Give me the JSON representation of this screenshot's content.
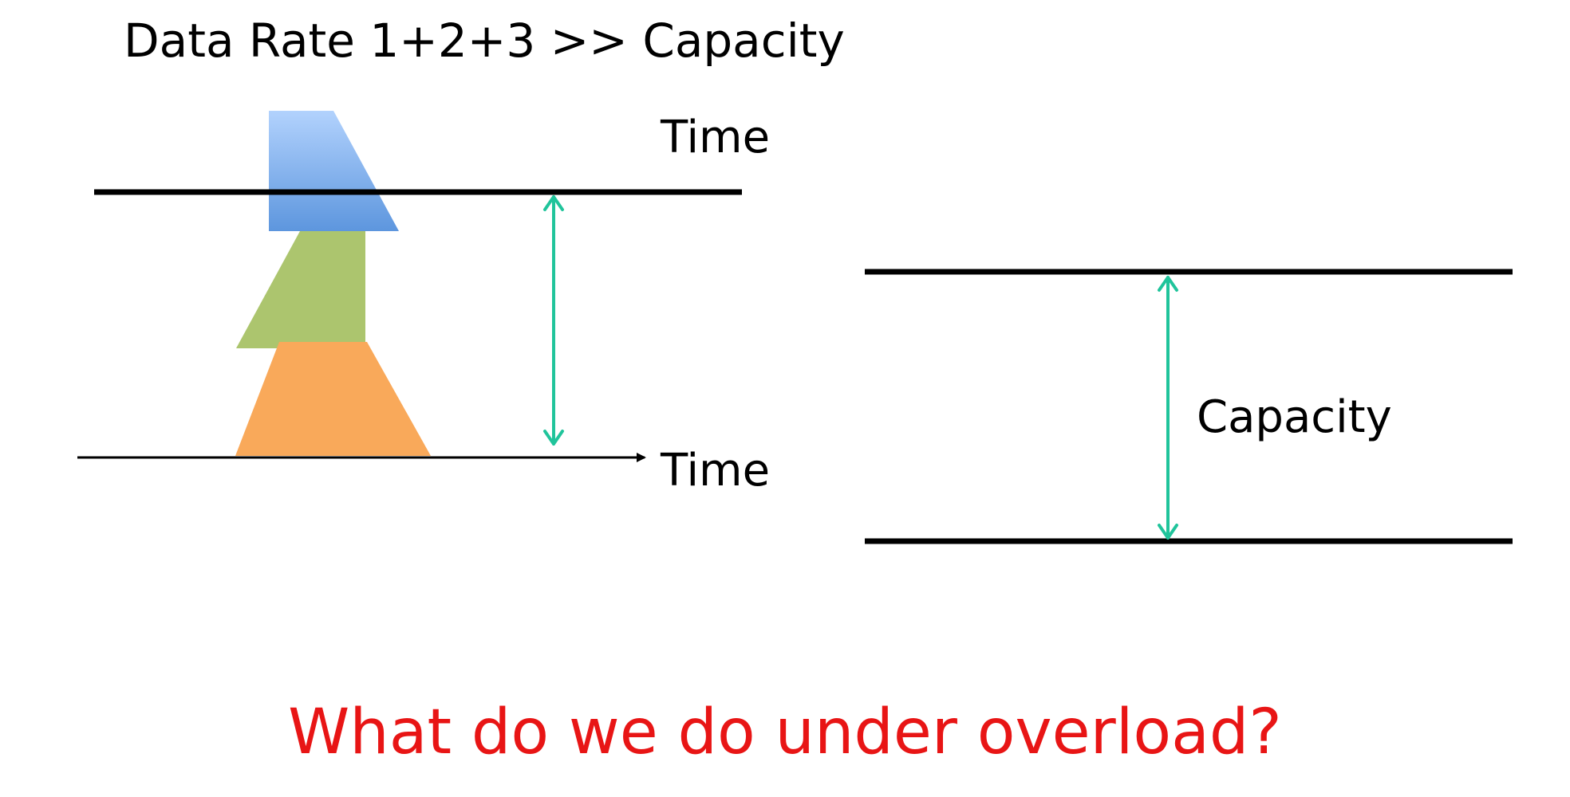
{
  "left_diagram": {
    "title": "Data Rate 1+2+3 >> Capacity",
    "top_axis_label": "Time",
    "bottom_axis_label": "Time",
    "flow_colors": {
      "flow_1": "#5f98df",
      "flow_2": "#acc56e",
      "flow_3": "#f9a95a"
    },
    "arrow_color": "#20c49b"
  },
  "right_diagram": {
    "capacity_label": "Capacity",
    "arrow_color": "#20c49b"
  },
  "footer": {
    "question": "What do we do under overload?",
    "question_color": "#e81515"
  }
}
